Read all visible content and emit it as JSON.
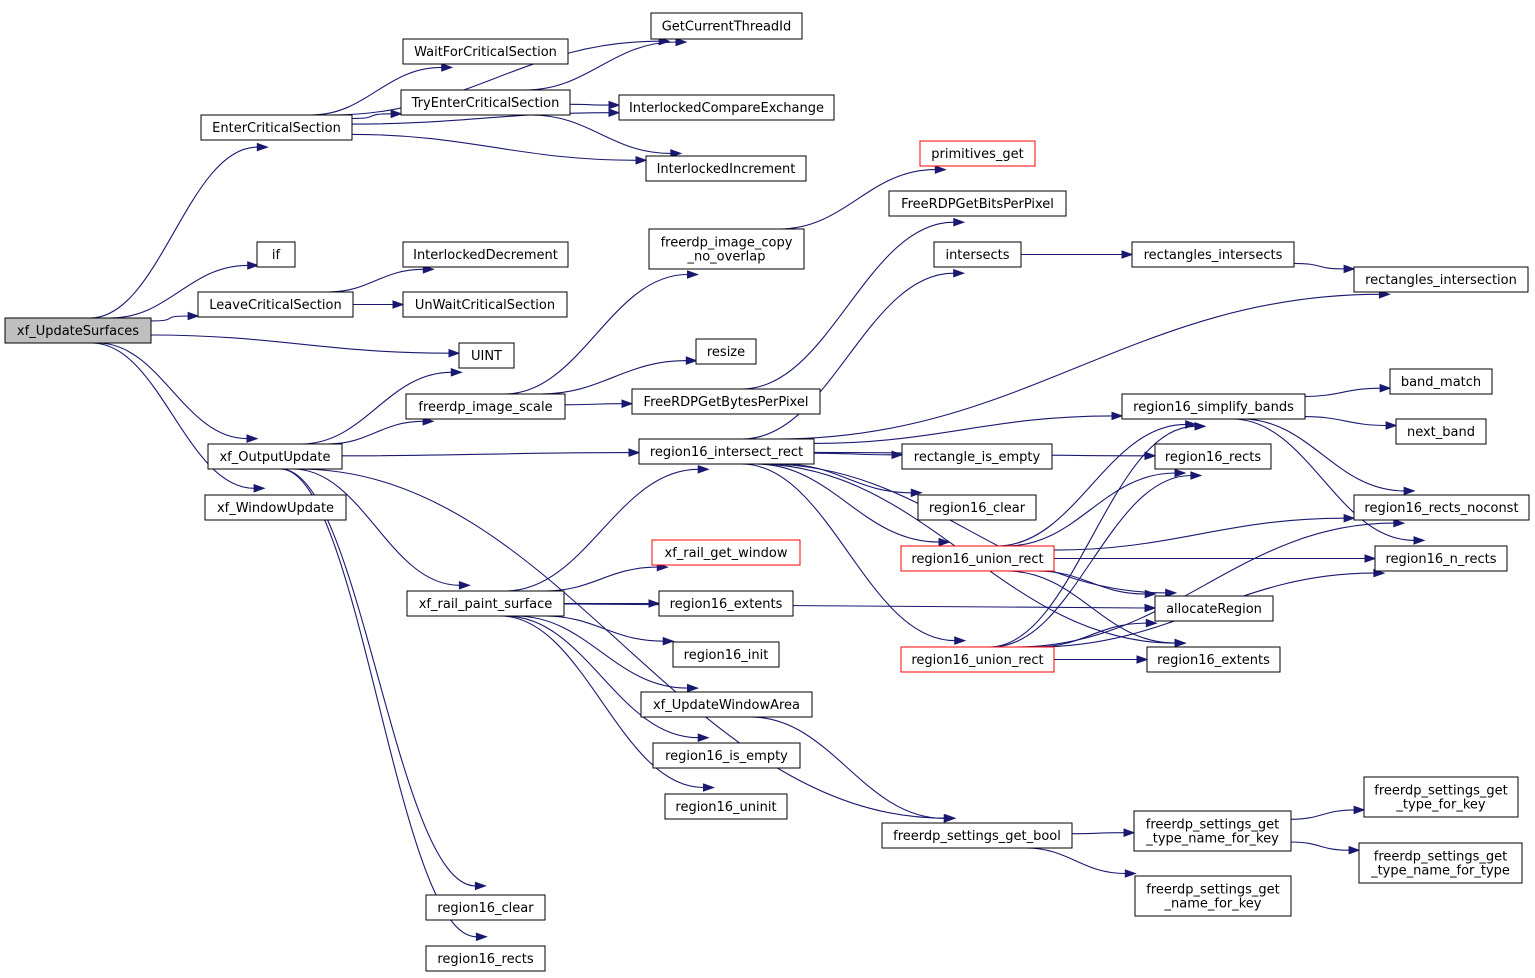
{
  "colors": {
    "edge": "#191970",
    "node_border": "#000000",
    "truncated_border": "#ff0000",
    "root_fill": "#bfbfbf",
    "node_fill": "#ffffff"
  },
  "nodes": [
    {
      "id": "xf_UpdateSurfaces",
      "lines": [
        "xf_UpdateSurfaces"
      ],
      "root": true
    },
    {
      "id": "EnterCriticalSection",
      "lines": [
        "EnterCriticalSection"
      ]
    },
    {
      "id": "if",
      "lines": [
        "if"
      ]
    },
    {
      "id": "LeaveCriticalSection",
      "lines": [
        "LeaveCriticalSection"
      ]
    },
    {
      "id": "UINT",
      "lines": [
        "UINT"
      ]
    },
    {
      "id": "xf_OutputUpdate",
      "lines": [
        "xf_OutputUpdate"
      ]
    },
    {
      "id": "xf_WindowUpdate",
      "lines": [
        "xf_WindowUpdate"
      ]
    },
    {
      "id": "GetCurrentThreadId",
      "lines": [
        "GetCurrentThreadId"
      ]
    },
    {
      "id": "WaitForCriticalSection",
      "lines": [
        "WaitForCriticalSection"
      ]
    },
    {
      "id": "TryEnterCriticalSection",
      "lines": [
        "TryEnterCriticalSection"
      ]
    },
    {
      "id": "InterlockedCompareExchange",
      "lines": [
        "InterlockedCompareExchange"
      ]
    },
    {
      "id": "InterlockedIncrement",
      "lines": [
        "InterlockedIncrement"
      ]
    },
    {
      "id": "InterlockedDecrement",
      "lines": [
        "InterlockedDecrement"
      ]
    },
    {
      "id": "UnWaitCriticalSection",
      "lines": [
        "UnWaitCriticalSection"
      ]
    },
    {
      "id": "freerdp_image_scale",
      "lines": [
        "freerdp_image_scale"
      ]
    },
    {
      "id": "freerdp_image_copy_no_overlap",
      "lines": [
        "freerdp_image_copy",
        "_no_overlap"
      ]
    },
    {
      "id": "primitives_get",
      "lines": [
        "primitives_get"
      ],
      "truncated": true
    },
    {
      "id": "resize",
      "lines": [
        "resize"
      ]
    },
    {
      "id": "FreeRDPGetBytesPerPixel",
      "lines": [
        "FreeRDPGetBytesPerPixel"
      ]
    },
    {
      "id": "FreeRDPGetBitsPerPixel",
      "lines": [
        "FreeRDPGetBitsPerPixel"
      ]
    },
    {
      "id": "region16_intersect_rect",
      "lines": [
        "region16_intersect_rect"
      ]
    },
    {
      "id": "intersects",
      "lines": [
        "intersects"
      ]
    },
    {
      "id": "rectangles_intersects",
      "lines": [
        "rectangles_intersects"
      ]
    },
    {
      "id": "rectangles_intersection",
      "lines": [
        "rectangles_intersection"
      ]
    },
    {
      "id": "rectangle_is_empty",
      "lines": [
        "rectangle_is_empty"
      ]
    },
    {
      "id": "region16_clear_a",
      "lines": [
        "region16_clear"
      ]
    },
    {
      "id": "region16_union_rect_a",
      "lines": [
        "region16_union_rect"
      ],
      "truncated": true
    },
    {
      "id": "region16_union_rect_b",
      "lines": [
        "region16_union_rect"
      ],
      "truncated": true
    },
    {
      "id": "region16_simplify_bands",
      "lines": [
        "region16_simplify_bands"
      ]
    },
    {
      "id": "region16_rects_a",
      "lines": [
        "region16_rects"
      ]
    },
    {
      "id": "allocateRegion",
      "lines": [
        "allocateRegion"
      ]
    },
    {
      "id": "region16_extents_b",
      "lines": [
        "region16_extents"
      ]
    },
    {
      "id": "band_match",
      "lines": [
        "band_match"
      ]
    },
    {
      "id": "next_band",
      "lines": [
        "next_band"
      ]
    },
    {
      "id": "region16_rects_noconst",
      "lines": [
        "region16_rects_noconst"
      ]
    },
    {
      "id": "region16_n_rects",
      "lines": [
        "region16_n_rects"
      ]
    },
    {
      "id": "xf_rail_paint_surface",
      "lines": [
        "xf_rail_paint_surface"
      ]
    },
    {
      "id": "xf_rail_get_window",
      "lines": [
        "xf_rail_get_window"
      ],
      "truncated": true
    },
    {
      "id": "region16_extents_a",
      "lines": [
        "region16_extents"
      ]
    },
    {
      "id": "region16_init",
      "lines": [
        "region16_init"
      ]
    },
    {
      "id": "xf_UpdateWindowArea",
      "lines": [
        "xf_UpdateWindowArea"
      ]
    },
    {
      "id": "region16_is_empty",
      "lines": [
        "region16_is_empty"
      ]
    },
    {
      "id": "region16_uninit",
      "lines": [
        "region16_uninit"
      ]
    },
    {
      "id": "freerdp_settings_get_bool",
      "lines": [
        "freerdp_settings_get_bool"
      ]
    },
    {
      "id": "freerdp_settings_get_type_name_for_key",
      "lines": [
        "freerdp_settings_get",
        "_type_name_for_key"
      ]
    },
    {
      "id": "freerdp_settings_get_name_for_key",
      "lines": [
        "freerdp_settings_get",
        "_name_for_key"
      ]
    },
    {
      "id": "freerdp_settings_get_type_for_key",
      "lines": [
        "freerdp_settings_get",
        "_type_for_key"
      ]
    },
    {
      "id": "freerdp_settings_get_type_name_for_type",
      "lines": [
        "freerdp_settings_get",
        "_type_name_for_type"
      ]
    },
    {
      "id": "region16_clear_b",
      "lines": [
        "region16_clear"
      ]
    },
    {
      "id": "region16_rects_b",
      "lines": [
        "region16_rects"
      ]
    }
  ],
  "edges": [
    [
      "xf_UpdateSurfaces",
      "EnterCriticalSection"
    ],
    [
      "xf_UpdateSurfaces",
      "if"
    ],
    [
      "xf_UpdateSurfaces",
      "LeaveCriticalSection"
    ],
    [
      "xf_UpdateSurfaces",
      "UINT"
    ],
    [
      "xf_UpdateSurfaces",
      "xf_OutputUpdate"
    ],
    [
      "xf_UpdateSurfaces",
      "xf_WindowUpdate"
    ],
    [
      "EnterCriticalSection",
      "GetCurrentThreadId"
    ],
    [
      "EnterCriticalSection",
      "WaitForCriticalSection"
    ],
    [
      "EnterCriticalSection",
      "TryEnterCriticalSection"
    ],
    [
      "EnterCriticalSection",
      "InterlockedCompareExchange"
    ],
    [
      "EnterCriticalSection",
      "InterlockedIncrement"
    ],
    [
      "TryEnterCriticalSection",
      "GetCurrentThreadId"
    ],
    [
      "TryEnterCriticalSection",
      "InterlockedCompareExchange"
    ],
    [
      "TryEnterCriticalSection",
      "InterlockedIncrement"
    ],
    [
      "LeaveCriticalSection",
      "InterlockedDecrement"
    ],
    [
      "LeaveCriticalSection",
      "UnWaitCriticalSection"
    ],
    [
      "xf_OutputUpdate",
      "UINT"
    ],
    [
      "xf_OutputUpdate",
      "freerdp_image_scale"
    ],
    [
      "xf_OutputUpdate",
      "region16_intersect_rect"
    ],
    [
      "xf_OutputUpdate",
      "xf_rail_paint_surface"
    ],
    [
      "xf_OutputUpdate",
      "freerdp_settings_get_bool"
    ],
    [
      "xf_OutputUpdate",
      "region16_clear_b"
    ],
    [
      "xf_OutputUpdate",
      "region16_rects_b"
    ],
    [
      "freerdp_image_scale",
      "freerdp_image_copy_no_overlap"
    ],
    [
      "freerdp_image_scale",
      "resize"
    ],
    [
      "freerdp_image_scale",
      "FreeRDPGetBytesPerPixel"
    ],
    [
      "freerdp_image_copy_no_overlap",
      "primitives_get"
    ],
    [
      "FreeRDPGetBytesPerPixel",
      "FreeRDPGetBitsPerPixel"
    ],
    [
      "region16_intersect_rect",
      "intersects"
    ],
    [
      "region16_intersect_rect",
      "rectangles_intersection"
    ],
    [
      "region16_intersect_rect",
      "region16_simplify_bands"
    ],
    [
      "region16_intersect_rect",
      "region16_rects_a"
    ],
    [
      "region16_intersect_rect",
      "rectangle_is_empty"
    ],
    [
      "region16_intersect_rect",
      "region16_clear_a"
    ],
    [
      "region16_intersect_rect",
      "region16_union_rect_a"
    ],
    [
      "region16_intersect_rect",
      "region16_union_rect_b"
    ],
    [
      "region16_intersect_rect",
      "allocateRegion"
    ],
    [
      "region16_intersect_rect",
      "region16_extents_b"
    ],
    [
      "intersects",
      "rectangles_intersects"
    ],
    [
      "rectangles_intersects",
      "rectangles_intersection"
    ],
    [
      "region16_union_rect_a",
      "region16_simplify_bands"
    ],
    [
      "region16_union_rect_a",
      "region16_rects_a"
    ],
    [
      "region16_union_rect_a",
      "region16_rects_noconst"
    ],
    [
      "region16_union_rect_a",
      "region16_n_rects"
    ],
    [
      "region16_union_rect_a",
      "allocateRegion"
    ],
    [
      "region16_union_rect_a",
      "region16_extents_b"
    ],
    [
      "region16_union_rect_b",
      "region16_simplify_bands"
    ],
    [
      "region16_union_rect_b",
      "region16_rects_a"
    ],
    [
      "region16_union_rect_b",
      "allocateRegion"
    ],
    [
      "region16_union_rect_b",
      "region16_extents_b"
    ],
    [
      "region16_union_rect_b",
      "region16_rects_noconst"
    ],
    [
      "region16_union_rect_b",
      "region16_n_rects"
    ],
    [
      "region16_simplify_bands",
      "band_match"
    ],
    [
      "region16_simplify_bands",
      "next_band"
    ],
    [
      "region16_simplify_bands",
      "region16_rects_noconst"
    ],
    [
      "region16_simplify_bands",
      "region16_n_rects"
    ],
    [
      "xf_rail_paint_surface",
      "region16_intersect_rect"
    ],
    [
      "xf_rail_paint_surface",
      "xf_rail_get_window"
    ],
    [
      "xf_rail_paint_surface",
      "region16_extents_a"
    ],
    [
      "xf_rail_paint_surface",
      "region16_init"
    ],
    [
      "xf_rail_paint_surface",
      "xf_UpdateWindowArea"
    ],
    [
      "xf_rail_paint_surface",
      "region16_is_empty"
    ],
    [
      "xf_rail_paint_surface",
      "region16_uninit"
    ],
    [
      "xf_rail_paint_surface",
      "allocateRegion"
    ],
    [
      "xf_UpdateWindowArea",
      "freerdp_settings_get_bool"
    ],
    [
      "freerdp_settings_get_bool",
      "freerdp_settings_get_type_name_for_key"
    ],
    [
      "freerdp_settings_get_bool",
      "freerdp_settings_get_name_for_key"
    ],
    [
      "freerdp_settings_get_type_name_for_key",
      "freerdp_settings_get_type_for_key"
    ],
    [
      "freerdp_settings_get_type_name_for_key",
      "freerdp_settings_get_type_name_for_type"
    ]
  ]
}
